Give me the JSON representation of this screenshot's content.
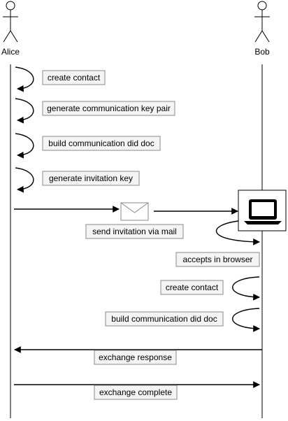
{
  "actors": [
    {
      "name": "Alice",
      "icon": "actor-icon"
    },
    {
      "name": "Bob",
      "icon": "actor-icon"
    }
  ],
  "messages": [
    {
      "label": "create contact",
      "from": "Alice",
      "to": "Alice"
    },
    {
      "label": "generate communication key pair",
      "from": "Alice",
      "to": "Alice"
    },
    {
      "label": "build communication did doc",
      "from": "Alice",
      "to": "Alice"
    },
    {
      "label": "generate invitation key",
      "from": "Alice",
      "to": "Alice"
    },
    {
      "label": "send invitation via mail",
      "from": "Alice",
      "to": "Bob",
      "via": "envelope-icon"
    },
    {
      "label": "accepts in browser",
      "from": "Bob",
      "to": "Bob",
      "device": "laptop-icon"
    },
    {
      "label": "create contact",
      "from": "Bob",
      "to": "Bob"
    },
    {
      "label": "build communication did doc",
      "from": "Bob",
      "to": "Bob"
    },
    {
      "label": "exchange response",
      "from": "Bob",
      "to": "Alice"
    },
    {
      "label": "exchange complete",
      "from": "Alice",
      "to": "Bob"
    }
  ],
  "colors": {
    "line": "#000000",
    "label_fill": "#f4f4f4",
    "label_border": "#8a8a8a"
  }
}
